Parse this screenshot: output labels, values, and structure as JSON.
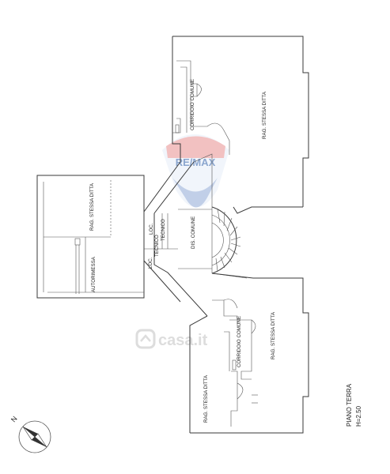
{
  "labels": {
    "corridoio_comune_top": "CORRIDOIO COMUNE",
    "rag_stessa_ditta_top": "RAG. STESSA DITTA",
    "rag_stessa_ditta_left": "RAG. STESSA DITTA",
    "autorimessa": "AUTORIMESSA",
    "loc_tecnico_1": "LOC.",
    "loc_tecnico_2": "TECNICO",
    "loc_tecnico_3": "LOC.",
    "loc_tecnico_4": "TECNICO",
    "dis_comune": "DIS. COMUNE",
    "rag_stessa_ditta_bottom_right": "RAG. STESSA DITTA",
    "corridoio_comune_bottom": "CORRIDOIO COMUNE",
    "rag_stessa_ditta_bottom_left": "RAG. STESSA DITTA",
    "piano_terra": "PIANO TERRA",
    "height": "H=2.50",
    "north": "N"
  },
  "watermarks": {
    "remax": "RE/MAX",
    "casa": "casa.it"
  },
  "colors": {
    "remax_red": "#d23a3a",
    "remax_blue": "#2d5ea8",
    "watermark_grey": "#cfcfcf"
  }
}
